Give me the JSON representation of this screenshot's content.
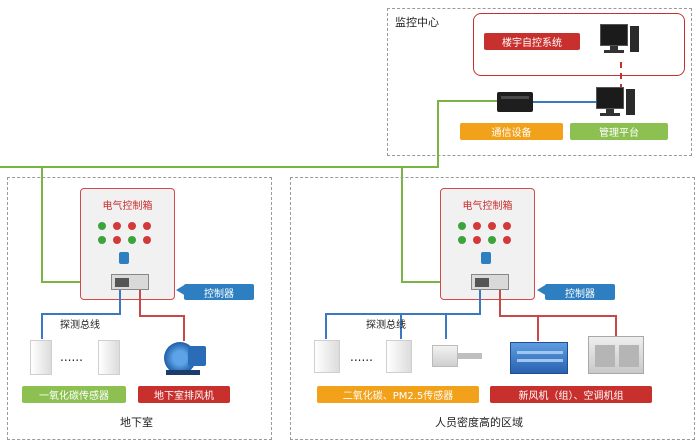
{
  "monitor": {
    "center_title": "监控中心",
    "building_system": "楼宇自控系统",
    "comm_device": "通信设备",
    "mgmt_platform": "管理平台"
  },
  "left": {
    "cabinet_title": "电气控制箱",
    "controller": "控制器",
    "bus_label": "探测总线",
    "dots": "......",
    "sensor_tag": "一氧化碳传感器",
    "fan_tag": "地下室排风机",
    "area_label": "地下室"
  },
  "right": {
    "cabinet_title": "电气控制箱",
    "controller": "控制器",
    "bus_label": "探测总线",
    "dots": "......",
    "sensor_tag": "二氧化碳、PM2.5传感器",
    "hvac_tag": "新风机（组）、空调机组",
    "area_label": "人员密度高的区域"
  },
  "colors": {
    "green_line": "#7bb347",
    "blue_line": "#3a78c2",
    "red_line": "#c94848",
    "red_tag": "#c8302e",
    "orange_tag": "#f2a11a",
    "green_tag": "#8cc152",
    "blue_tag": "#2d7fc1"
  }
}
